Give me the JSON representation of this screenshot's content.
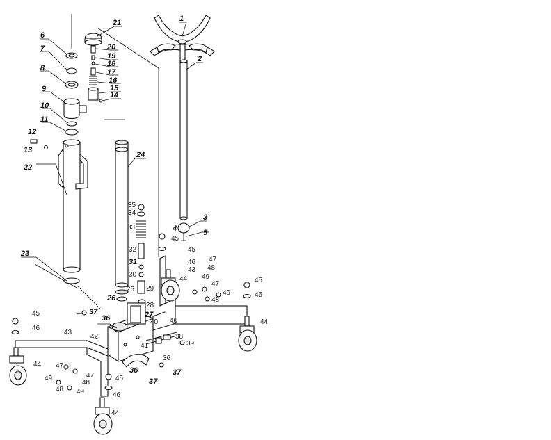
{
  "labels": {
    "l1": "1",
    "l2": "2",
    "l3": "3",
    "l4": "4",
    "l5": "5",
    "l6": "6",
    "l7": "7",
    "l8": "8",
    "l9": "9",
    "l10": "10",
    "l11": "11",
    "l12": "12",
    "l13": "13",
    "l14": "14",
    "l15": "15",
    "l16": "16",
    "l17": "17",
    "l18": "18",
    "l19": "19",
    "l20": "20",
    "l21": "21",
    "l22": "22",
    "l23": "23",
    "l24": "24",
    "l25": "25",
    "l26": "26",
    "l27": "27",
    "l28": "28",
    "l29": "29",
    "l30": "30",
    "l31": "31",
    "l32": "32",
    "l33": "33",
    "l34": "34",
    "l35": "35",
    "l36a": "36",
    "l36b": "36",
    "l36c": "36",
    "l37a": "37",
    "l37b": "37",
    "l37c": "37",
    "l38": "38",
    "l39": "39",
    "l40": "40",
    "l41": "41",
    "l42": "42",
    "l43a": "43",
    "l43b": "43",
    "l44a": "44",
    "l44b": "44",
    "l44c": "44",
    "l44d": "44",
    "l45a": "45",
    "l45b": "45",
    "l45c": "45",
    "l45d": "45",
    "l45e": "45",
    "l46a": "46",
    "l46b": "46",
    "l46c": "46",
    "l46d": "46",
    "l46e": "46",
    "l47a": "47",
    "l47b": "47",
    "l47c": "47",
    "l47d": "47",
    "l48a": "48",
    "l48b": "48",
    "l48c": "48",
    "l48d": "48",
    "l49a": "49",
    "l49b": "49",
    "l49c": "49",
    "l49d": "49"
  }
}
